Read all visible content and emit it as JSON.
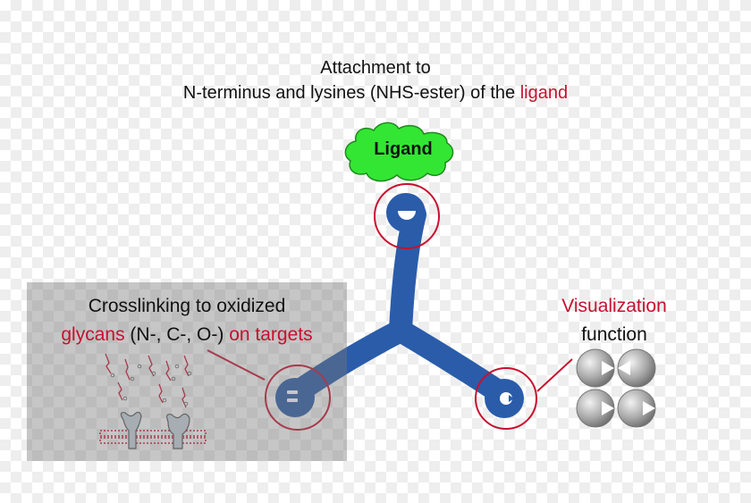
{
  "title": {
    "line1": "Attachment to",
    "line2_prefix": "N-terminus and lysines (NHS-ester) of the ",
    "line2_highlight": "ligand"
  },
  "ligand": {
    "label": "Ligand",
    "color": "#33e633"
  },
  "crosslinking": {
    "line1": "Crosslinking to oxidized",
    "line2_red_a": "glycans",
    "line2_black": " (N-, C-, O-) ",
    "line2_red_b": "on targets"
  },
  "visualization": {
    "line1": "Visualization",
    "line2": "function"
  },
  "colors": {
    "linker_blue": "#2a5caa",
    "accent_red": "#c8102e",
    "bead_gray": "#9a9a9a"
  }
}
